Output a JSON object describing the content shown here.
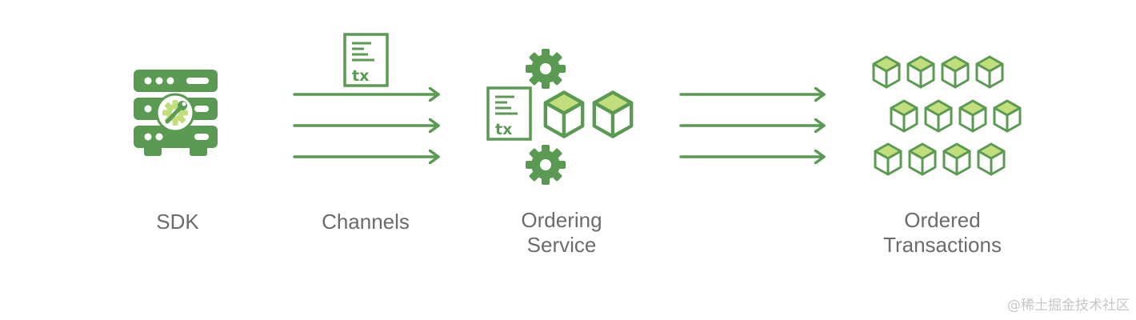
{
  "labels": {
    "sdk": "SDK",
    "channels": "Channels",
    "ordering_service": [
      "Ordering",
      "Service"
    ],
    "ordered_transactions": [
      "Ordered",
      "Transactions"
    ]
  },
  "tx_doc_text": "tx",
  "watermark": "@稀土掘金技术社区",
  "colors": {
    "dark_green": "#5a9a52",
    "light_green": "#c2dd7c",
    "label_gray": "#6b6b6b"
  }
}
